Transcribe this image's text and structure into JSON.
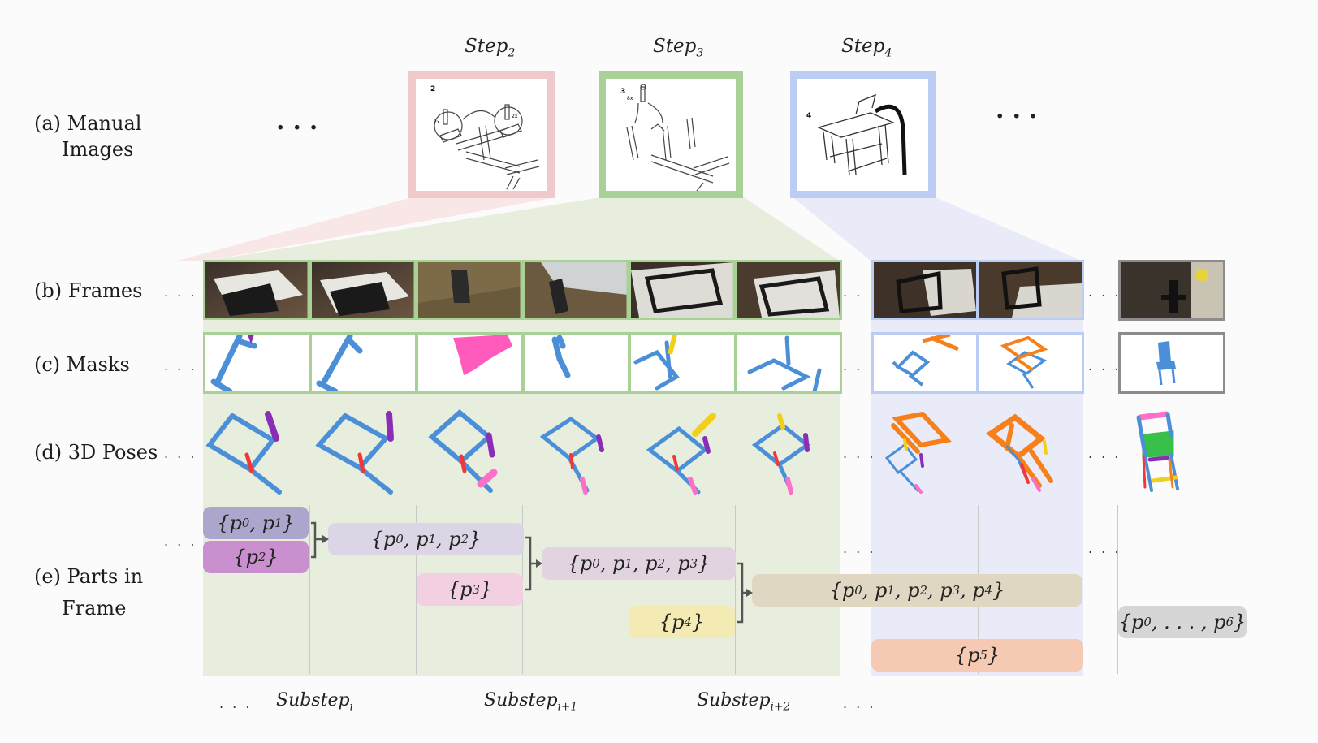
{
  "rows": {
    "a_line1": "(a) Manual",
    "a_line2": "Images",
    "b": "(b) Frames",
    "c": "(c) Masks",
    "d": "(d) 3D Poses",
    "e_line1": "(e) Parts in",
    "e_line2": "Frame"
  },
  "steps": [
    {
      "base": "Step",
      "sub": "2"
    },
    {
      "base": "Step",
      "sub": "3"
    },
    {
      "base": "Step",
      "sub": "4"
    }
  ],
  "manual_numbers": [
    "2",
    "3",
    "4"
  ],
  "manual_callouts": [
    "2x",
    "2x",
    "8x"
  ],
  "ellipsis": "...",
  "ellipsis_small": ". . .",
  "substeps": [
    {
      "base": "Substep",
      "sub": "i"
    },
    {
      "base": "Substep",
      "sub": "i+1"
    },
    {
      "base": "Substep",
      "sub": "i+2"
    }
  ],
  "parts": {
    "p01": "{p0, p1}",
    "p2": "{p2}",
    "p012": "{p0, p1, p2}",
    "p3": "{p3}",
    "p0123": "{p0, p1, p2, p3}",
    "p4": "{p4}",
    "p01234": "{p0, p1, p2, p3, p4}",
    "p5": "{p5}",
    "p0to6": "{p0, . . . , p6}"
  },
  "colors": {
    "step2": "#f0c9cc",
    "step3": "#a9d095",
    "step4": "#bccdf5",
    "final": "#8c8c8c",
    "green_bg": "#e7eedd",
    "blue_bg": "#e9ecf8",
    "chair_blue": "#4a8fd8",
    "purple": "#8a2eb8",
    "red": "#f0383a",
    "pink": "#ff6ec7",
    "yellow": "#f2cf1b",
    "orange": "#f7801a",
    "green": "#38c04a"
  }
}
